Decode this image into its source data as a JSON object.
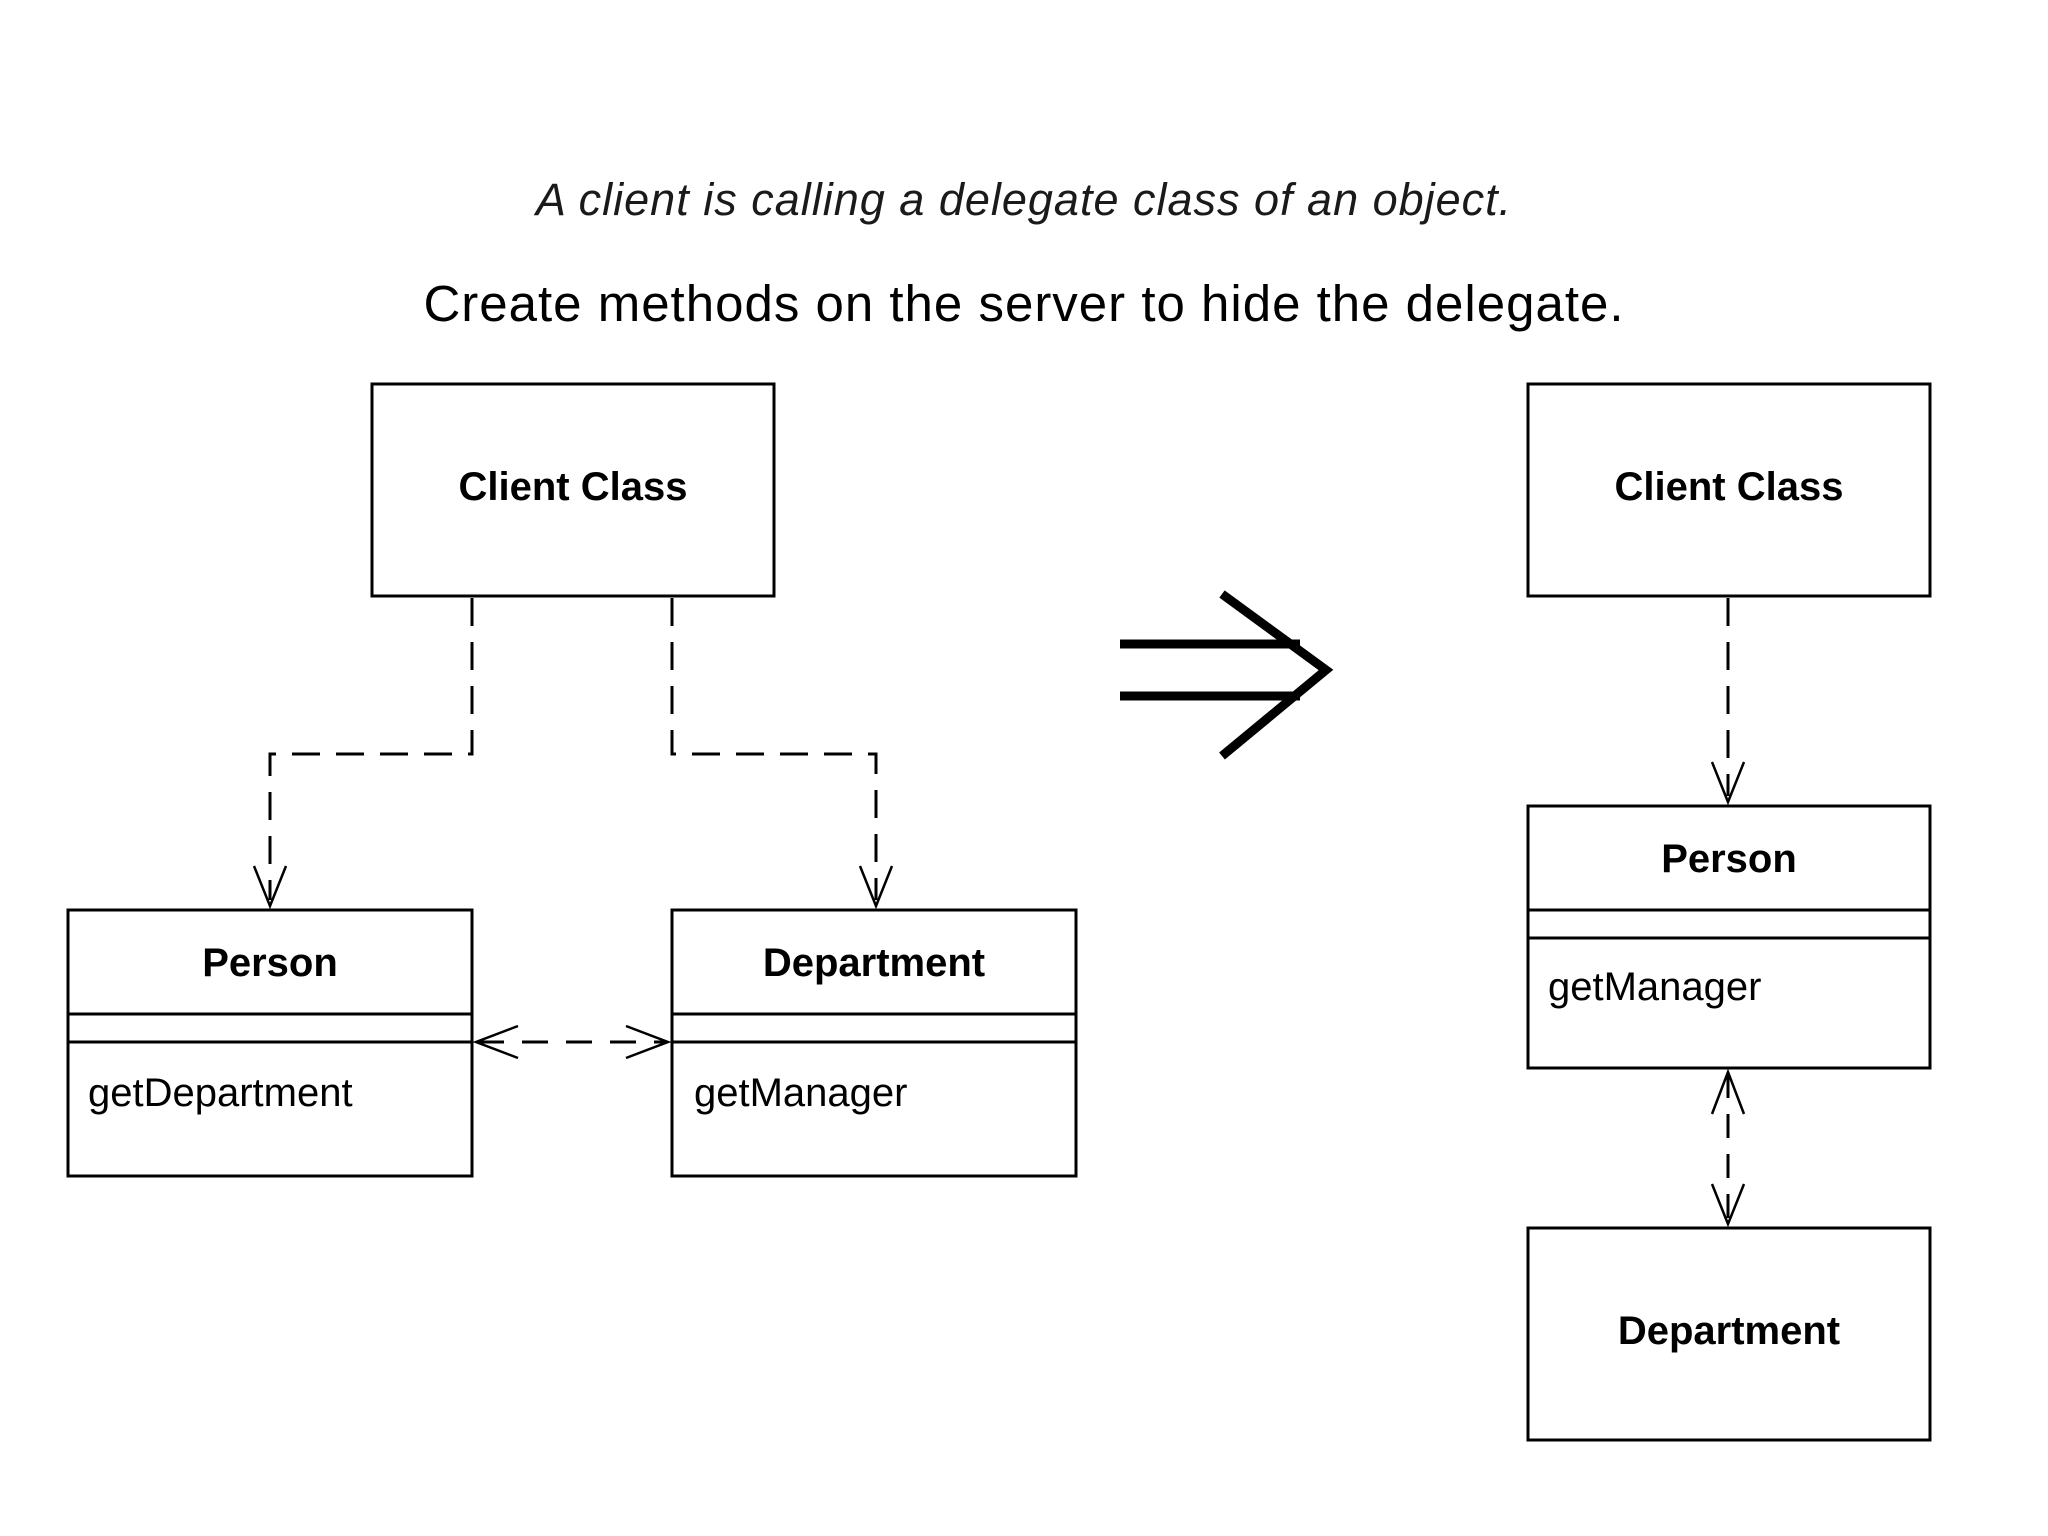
{
  "header": {
    "subtitle": "A client is calling a delegate class of an object.",
    "title": "Create methods on the server to hide the delegate."
  },
  "before": {
    "client": {
      "name": "Client Class"
    },
    "person": {
      "name": "Person",
      "method": "getDepartment"
    },
    "department": {
      "name": "Department",
      "method": "getManager"
    }
  },
  "transform_arrow": {
    "icon": "double-arrow-right-icon"
  },
  "after": {
    "client": {
      "name": "Client Class"
    },
    "person": {
      "name": "Person",
      "method": "getManager"
    },
    "department": {
      "name": "Department"
    }
  }
}
